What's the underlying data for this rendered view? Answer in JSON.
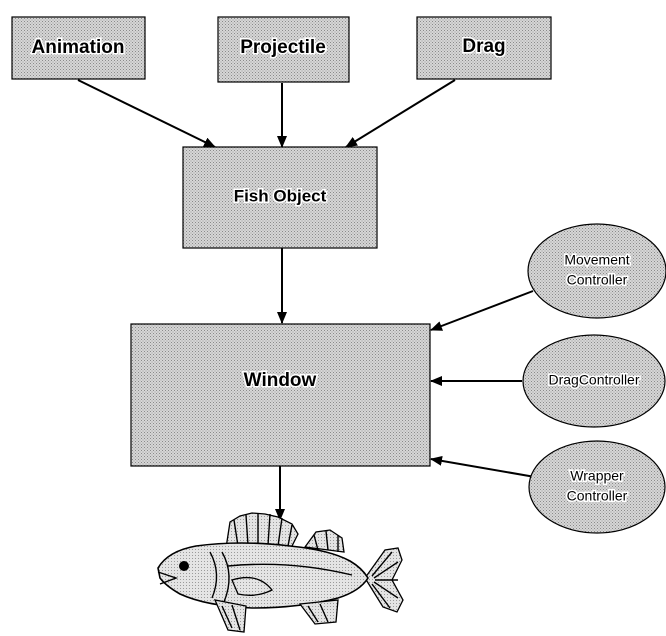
{
  "nodes": {
    "animation": {
      "label": "Animation"
    },
    "projectile": {
      "label": "Projectile"
    },
    "drag": {
      "label": "Drag"
    },
    "fish_object": {
      "label": "Fish Object"
    },
    "window": {
      "label": "Window"
    },
    "movement_controller": {
      "label_lines": [
        "Movement",
        "Controller"
      ]
    },
    "drag_controller": {
      "label": "DragController"
    },
    "wrapper_controller": {
      "label_lines": [
        "Wrapper",
        "Controller"
      ]
    }
  },
  "edges": [
    {
      "from": "Animation",
      "to": "Fish Object"
    },
    {
      "from": "Projectile",
      "to": "Fish Object"
    },
    {
      "from": "Drag",
      "to": "Fish Object"
    },
    {
      "from": "Fish Object",
      "to": "Window"
    },
    {
      "from": "Movement Controller",
      "to": "Window"
    },
    {
      "from": "DragController",
      "to": "Window"
    },
    {
      "from": "Wrapper Controller",
      "to": "Window"
    },
    {
      "from": "Window",
      "to": "Fish"
    }
  ],
  "icons": {
    "fish": "fish-illustration"
  },
  "colors": {
    "fill": "#d4d4d4",
    "dot": "#8a8a8a",
    "stroke": "#000000"
  }
}
